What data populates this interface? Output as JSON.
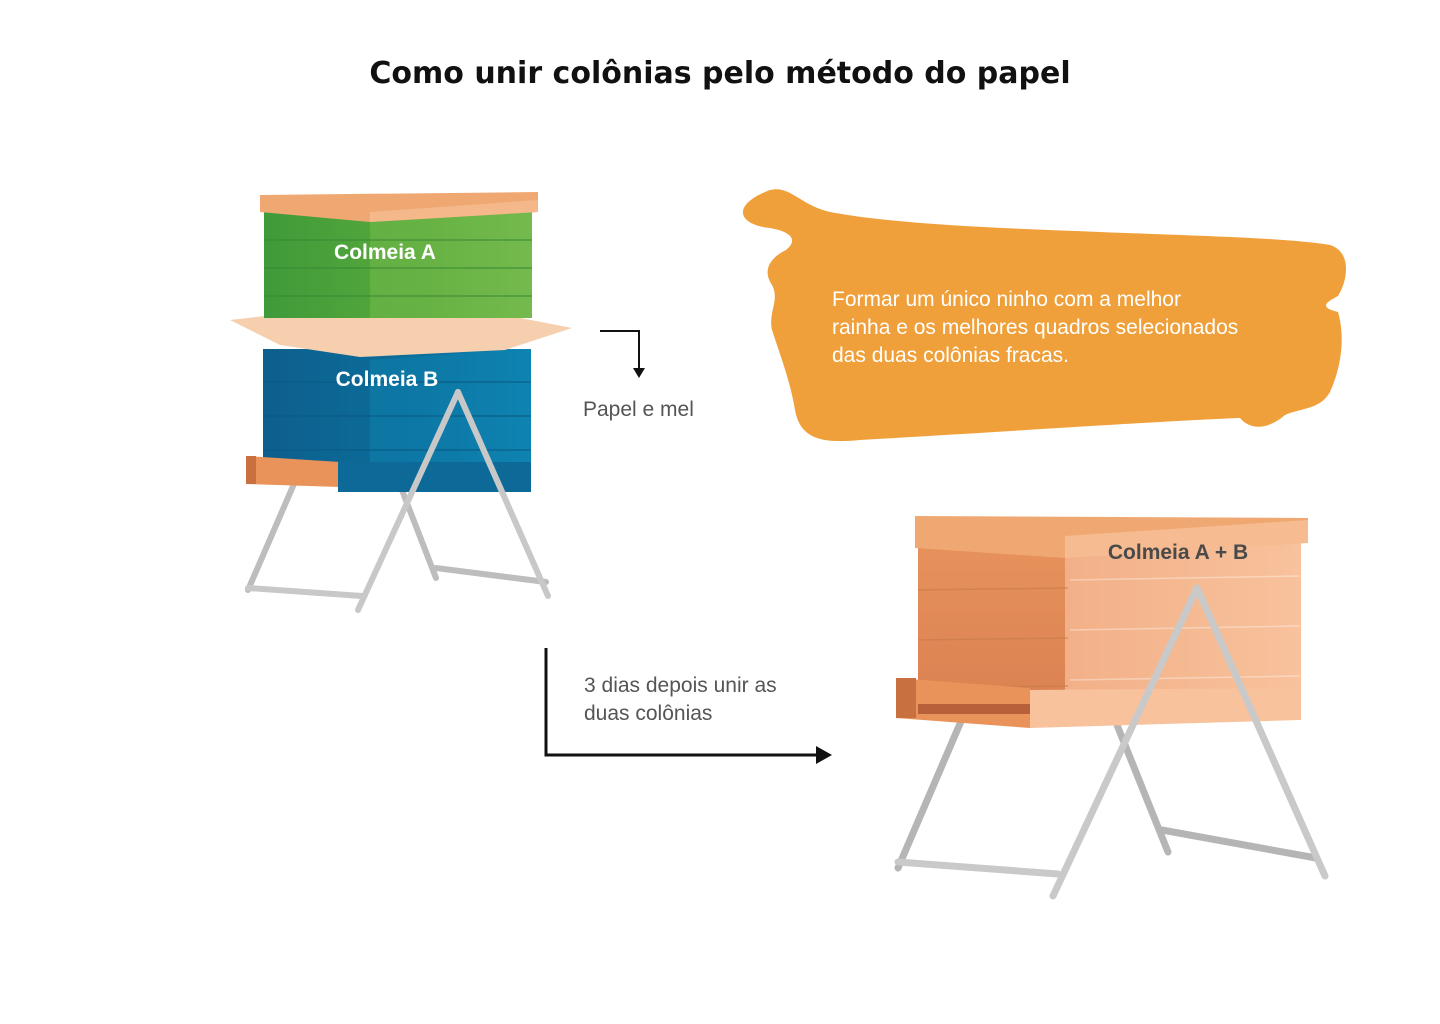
{
  "title": "Como unir colônias pelo método do papel",
  "hive_a": {
    "label": "Colmeia A"
  },
  "hive_b": {
    "label": "Colmeia B"
  },
  "hive_ab": {
    "label": "Colmeia A + B"
  },
  "step_paper": "Papel e mel",
  "step_merge": {
    "line1": "3 dias depois unir as",
    "line2": "duas colônias"
  },
  "note": {
    "line1": "Formar um único ninho com a melhor",
    "line2": "rainha e os melhores quadros selecionados",
    "line3": "das duas colônias fracas."
  },
  "colors": {
    "green": "#5aaa3c",
    "blue": "#0c6f9c",
    "wood": "#f0a872",
    "paper": "#f5cfae",
    "orange_note": "#f0a03a",
    "stand": "#bdbdbd"
  }
}
